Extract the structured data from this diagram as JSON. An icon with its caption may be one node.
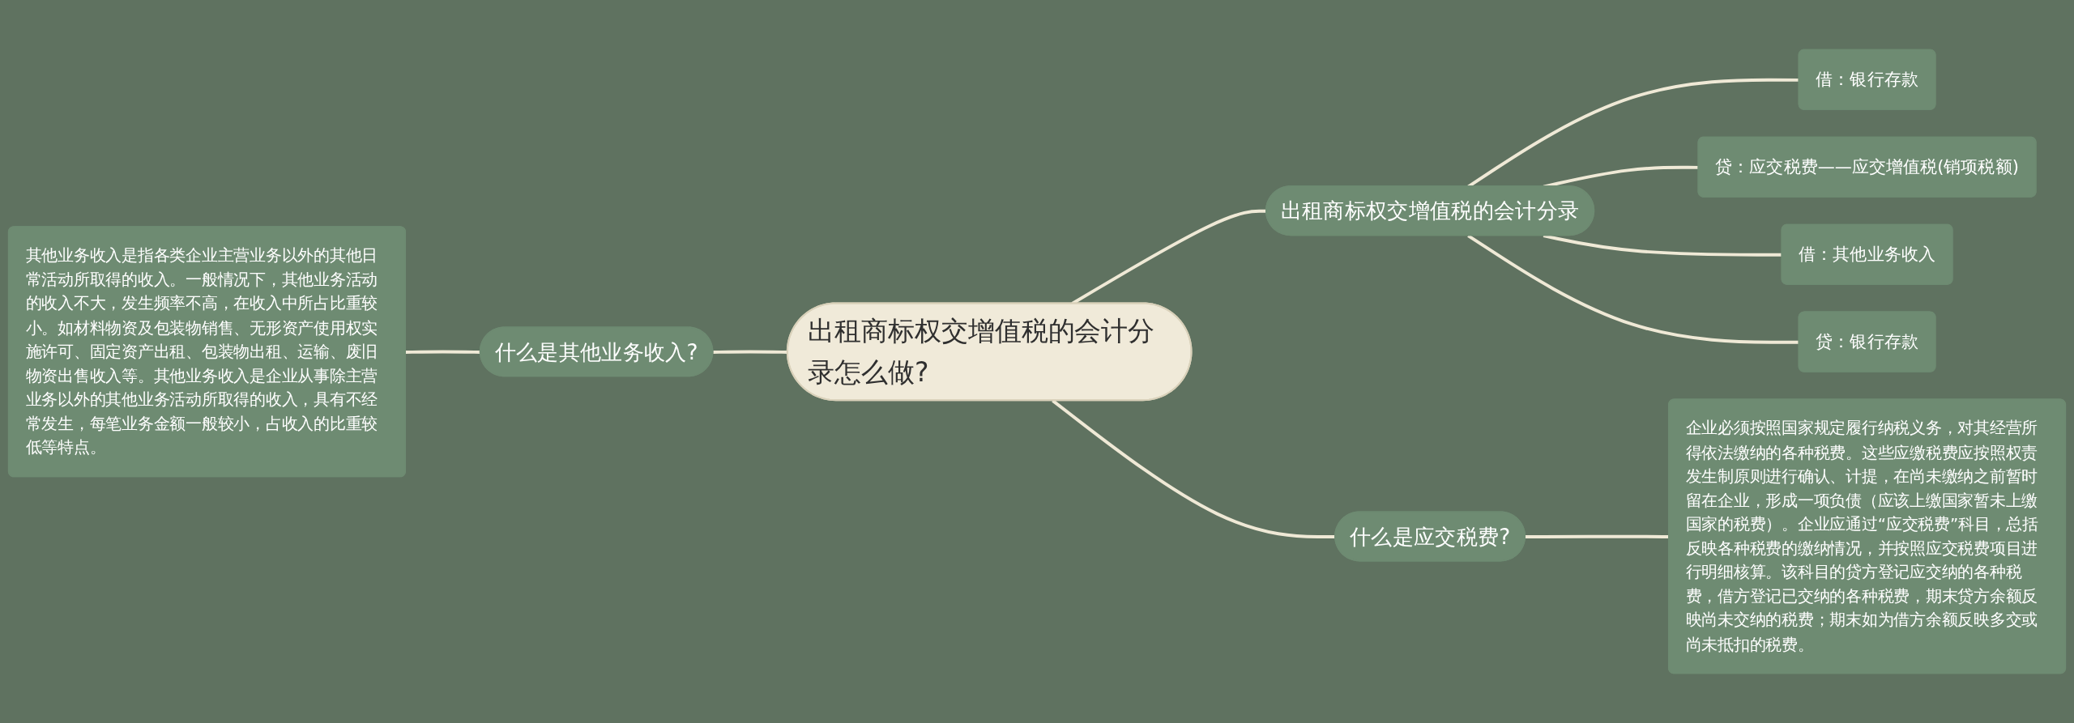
{
  "diagram": {
    "nodes": [
      {
        "text": [
          "出租商标权交增值税的会计分录怎么做?"
        ]
      },
      {
        "text": [
          "出租商标权交增值税的会计分录"
        ]
      },
      {
        "text": [
          "借：银行存款"
        ]
      },
      {
        "text": [
          "贷：应交税费——应交增值税(销项税额)"
        ]
      },
      {
        "text": [
          "借：其他业务收入"
        ]
      },
      {
        "text": [
          "贷：银行存款"
        ]
      },
      {
        "text": [
          "什么是应交税费?"
        ]
      },
      {
        "text": [
          "企业必须按照国家规定履行纳税义务，对其经营所得依法缴纳的各种税费。这些应缴税费应按照权责发生制原则进行确认、计提，在尚未缴纳之前暂时留在企业，形成一项负债（应该上缴国家暂未上缴国家的税费）。企业应通过“应交税费”科目，总括反映各种税费的缴纳情况，并按照应交税费项目进行明细核算。该科目的贷方登记应交纳的各种税费，借方登记已交纳的各种税费，期末贷方余额反映尚未交纳的税费；期末如为借方余额反映多交或尚未抵扣的税费。"
        ]
      },
      {
        "text": [
          "什么是其他业务收入?"
        ]
      },
      {
        "text": [
          "其他业务收入是指各类企业主营业务以外的其他日常活动所取得的收入。一般情况下，其他业务活动的收入不大，发生频率不高，在收入中所占比重较小。如材料物资及包装物销售、无形资产使用权实施许可、固定资产出租、包装物出租、运输、废旧物资出售收入等。其他业务收入是企业从事除主营业务以外的其他业务活动所取得的收入，具有不经常发生，每笔业务金额一般较小，占收入的比重较低等特点。"
        ]
      }
    ],
    "edges": [
      {
        "from": 0,
        "to": 1,
        "arrow": "none"
      },
      {
        "from": 1,
        "to": 2,
        "arrow": "none"
      },
      {
        "from": 1,
        "to": 3,
        "arrow": "none"
      },
      {
        "from": 1,
        "to": 4,
        "arrow": "none"
      },
      {
        "from": 1,
        "to": 5,
        "arrow": "none"
      },
      {
        "from": 0,
        "to": 6,
        "arrow": "none"
      },
      {
        "from": 6,
        "to": 7,
        "arrow": "none"
      },
      {
        "from": 8,
        "to": 0,
        "arrow": "none"
      },
      {
        "from": 9,
        "to": 8,
        "arrow": "none"
      }
    ]
  }
}
